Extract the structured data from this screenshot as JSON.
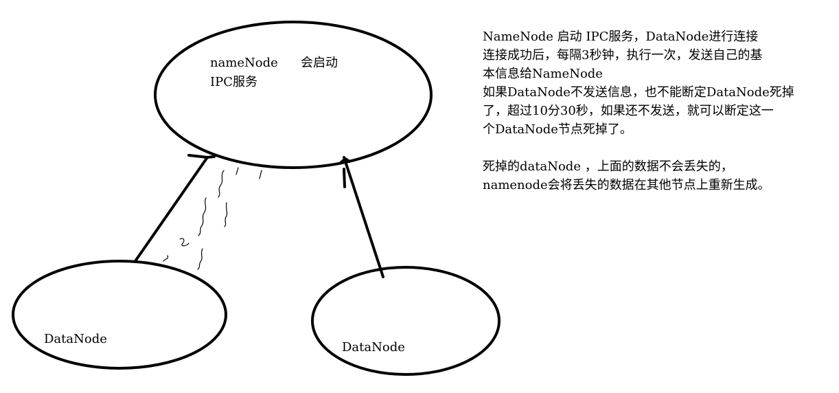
{
  "namenode": {
    "label_line1": "nameNode",
    "label_start": "会启动",
    "label_line2": "IPC服务"
  },
  "datanode_left": {
    "label": "DataNode"
  },
  "datanode_right": {
    "label": "DataNode"
  },
  "notes": {
    "paragraph1": [
      "NameNode 启动 IPC服务，DataNode进行连接",
      "连接成功后，每隔3秒钟，执行一次，发送自己的基",
      "本信息给NameNode",
      "如果DataNode不发送信息，也不能断定DataNode死掉",
      "了，超过10分30秒，如果还不发送，就可以断定这一",
      "个DataNode节点死掉了。"
    ],
    "paragraph2": [
      "死掉的dataNode ，上面的数据不会丢失的，",
      "namenode会将丢失的数据在其他节点上重新生成。"
    ]
  }
}
